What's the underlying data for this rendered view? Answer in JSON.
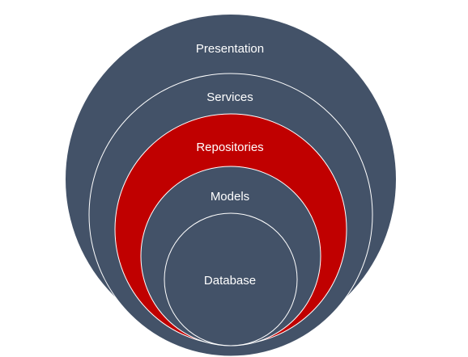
{
  "diagram": {
    "colors": {
      "layer_fill": "#435268",
      "highlight_fill": "#c00000",
      "ring_stroke": "#ffffff",
      "label_text": "#ffffff",
      "background": "#ffffff"
    },
    "layers": [
      {
        "label": "Presentation",
        "highlighted": false
      },
      {
        "label": "Services",
        "highlighted": false
      },
      {
        "label": "Repositories",
        "highlighted": true
      },
      {
        "label": "Models",
        "highlighted": false
      },
      {
        "label": "Database",
        "highlighted": false
      }
    ]
  }
}
